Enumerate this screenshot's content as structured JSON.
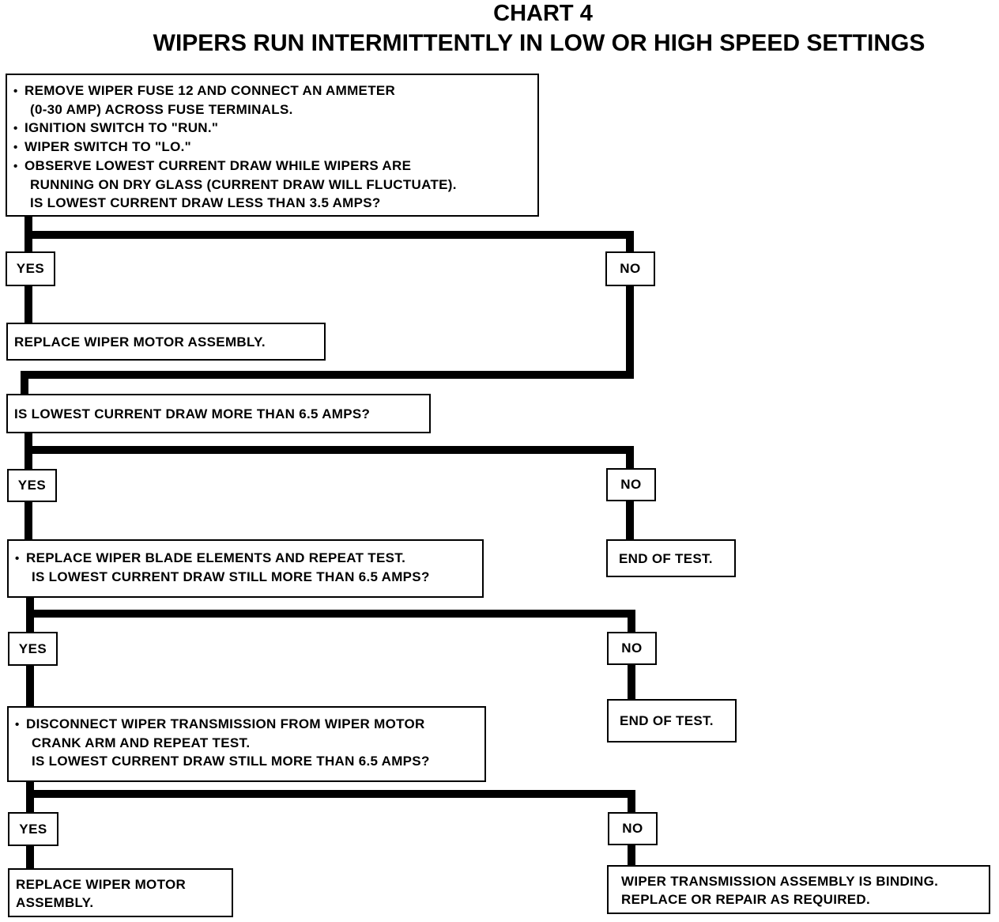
{
  "title": {
    "line1": "CHART 4",
    "line2": "WIPERS RUN INTERMITTENTLY IN LOW OR HIGH SPEED SETTINGS"
  },
  "steps": {
    "step1": {
      "bullet1_line1": "REMOVE WIPER FUSE 12 AND CONNECT AN AMMETER",
      "bullet1_line2": "(0-30 AMP) ACROSS FUSE TERMINALS.",
      "bullet2": "IGNITION SWITCH TO \"RUN.\"",
      "bullet3": "WIPER SWITCH TO \"LO.\"",
      "bullet4_line1": "OBSERVE LOWEST CURRENT DRAW WHILE WIPERS ARE",
      "bullet4_line2": "RUNNING ON DRY GLASS (CURRENT DRAW WILL FLUCTUATE).",
      "question": "IS LOWEST CURRENT DRAW LESS THAN 3.5 AMPS?"
    },
    "replace_motor_1": "REPLACE WIPER MOTOR ASSEMBLY.",
    "step2": "IS LOWEST CURRENT DRAW MORE THAN 6.5 AMPS?",
    "step3": {
      "line1": "REPLACE WIPER BLADE ELEMENTS AND REPEAT TEST.",
      "line2": "IS LOWEST CURRENT DRAW STILL MORE THAN 6.5 AMPS?"
    },
    "end_1": "END OF TEST.",
    "step4": {
      "line1": "DISCONNECT WIPER TRANSMISSION FROM WIPER MOTOR",
      "line2": "CRANK ARM AND REPEAT TEST.",
      "line3": "IS LOWEST CURRENT DRAW STILL MORE THAN 6.5 AMPS?"
    },
    "end_2": "END OF TEST.",
    "replace_motor_2": {
      "line1": "REPLACE WIPER MOTOR",
      "line2": "ASSEMBLY."
    },
    "binding": {
      "line1": "WIPER TRANSMISSION ASSEMBLY IS BINDING.",
      "line2": "REPLACE OR REPAIR AS REQUIRED."
    }
  },
  "labels": {
    "yes": "YES",
    "no": "NO"
  },
  "bullet_glyph": "•"
}
